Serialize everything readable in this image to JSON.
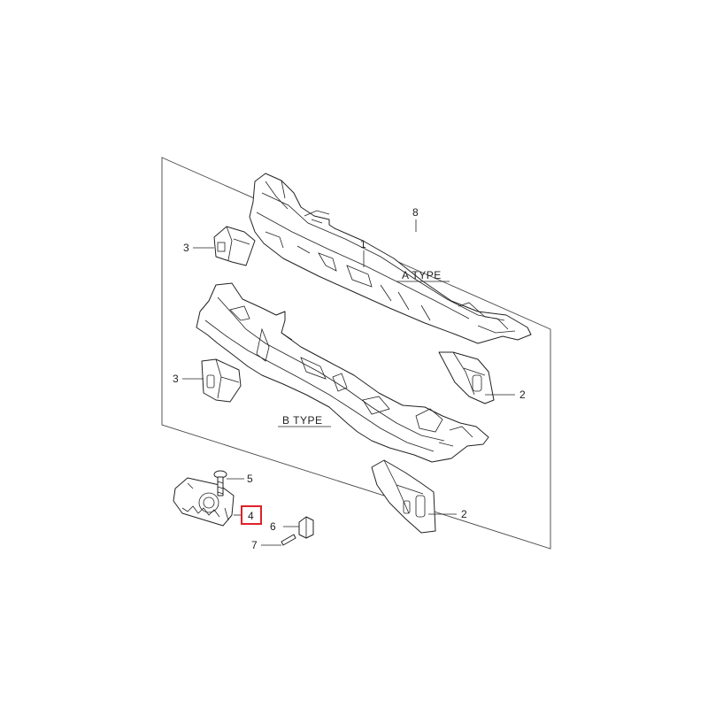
{
  "callouts": {
    "c1": "1",
    "c2a": "2",
    "c2b": "2",
    "c3a": "3",
    "c3b": "3",
    "c4": "4",
    "c5": "5",
    "c6": "6",
    "c7": "7",
    "c8": "8"
  },
  "types": {
    "a": "A TYPE",
    "b": "B TYPE"
  },
  "highlight_color": "#e0202a"
}
